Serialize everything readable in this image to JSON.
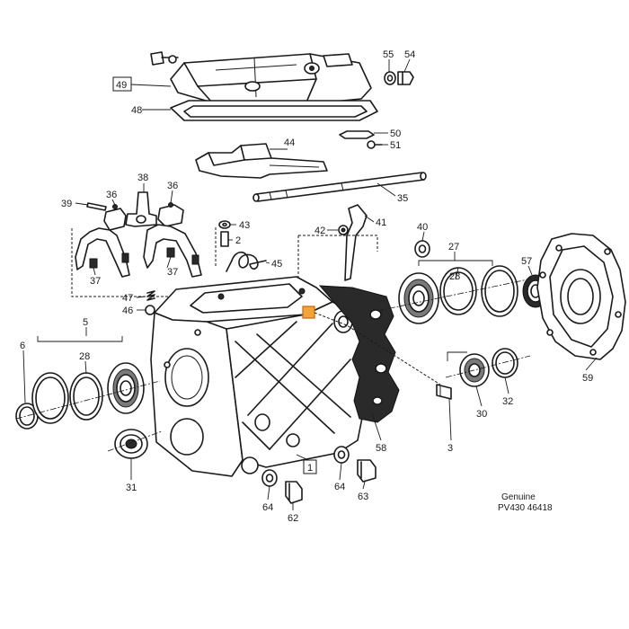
{
  "labels": {
    "l1": "1",
    "l2": "2",
    "l3": "3",
    "l5": "5",
    "l6": "6",
    "l27": "27",
    "l28a": "28",
    "l28b": "28",
    "l30": "30",
    "l31": "31",
    "l32": "32",
    "l35": "35",
    "l36a": "36",
    "l36b": "36",
    "l37a": "37",
    "l37b": "37",
    "l38": "38",
    "l39": "39",
    "l40": "40",
    "l41": "41",
    "l42": "42",
    "l43": "43",
    "l44": "44",
    "l45": "45",
    "l46": "46",
    "l47": "47",
    "l48": "48",
    "l49": "49",
    "l50": "50",
    "l51": "51",
    "l54": "54",
    "l55": "55",
    "l57": "57",
    "l58": "58",
    "l59": "59",
    "l62": "62",
    "l63": "63",
    "l64a": "64",
    "l64b": "64"
  },
  "footer": {
    "brand": "Genuine",
    "code": "PV430 46418"
  },
  "colors": {
    "line": "#1a1a1a",
    "highlight": "#f0a43a"
  }
}
